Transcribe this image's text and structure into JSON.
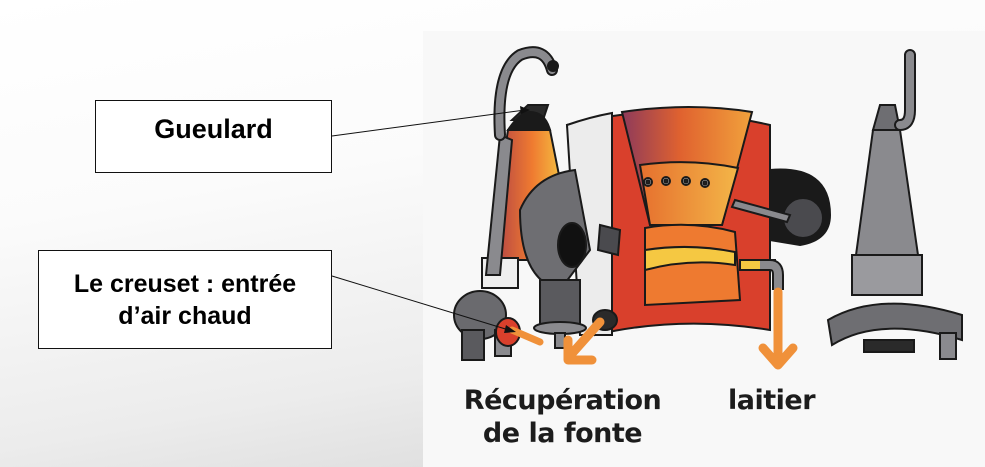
{
  "labels": {
    "gueulard": "Gueulard",
    "creuset_line1": "Le creuset : entrée",
    "creuset_line2": "d’air chaud"
  },
  "captions": {
    "fonte_line1": "Récupération",
    "fonte_line2": "de la fonte",
    "laitier": "laitier"
  },
  "colors": {
    "furnace_red": "#d9402c",
    "molten_orange": "#ef8a33",
    "hot_yellow": "#f5c842",
    "steel_gray": "#8a8a8e",
    "dark_gray": "#4a4a4e",
    "arrow_orange": "#f0913a"
  }
}
